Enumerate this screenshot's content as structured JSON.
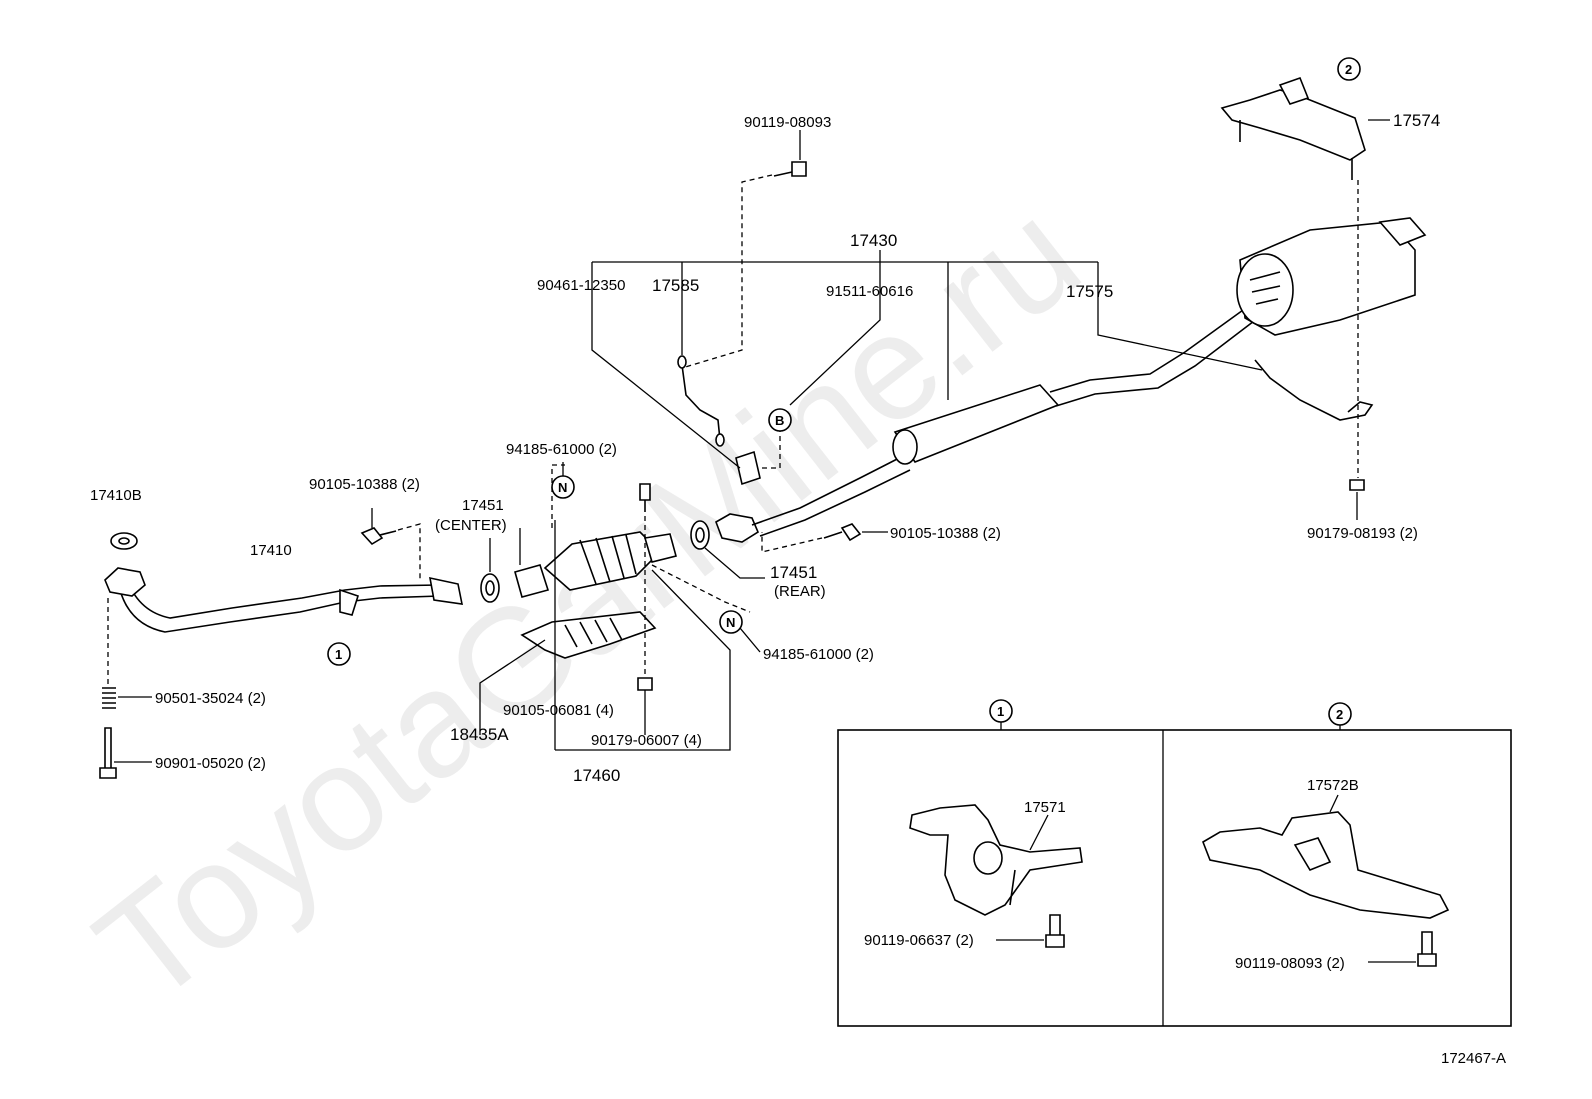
{
  "watermark": "ToyotaGarMine.ru",
  "diagram_id": "172467-A",
  "labels": {
    "p17410b": "17410B",
    "p17410": "17410",
    "p90105_10388_a": "90105-10388 (2)",
    "p17451_center": "17451",
    "p17451_center_sub": "(CENTER)",
    "p94185_top": "94185-61000 (2)",
    "p90119_08093_top": "90119-08093",
    "p17430": "17430",
    "p90461": "90461-12350",
    "p17585": "17585",
    "p91511": "91511-60616",
    "p17575": "17575",
    "p17574": "17574",
    "p90105_10388_b": "90105-10388 (2)",
    "p17451_rear": "17451",
    "p17451_rear_sub": "(REAR)",
    "p94185_bottom": "94185-61000 (2)",
    "p90179_08193": "90179-08193 (2)",
    "p90501": "90501-35024 (2)",
    "p90901": "90901-05020 (2)",
    "p90105_06081": "90105-06081 (4)",
    "p18435a": "18435A",
    "p90179_06007": "90179-06007 (4)",
    "p17460": "17460",
    "p17571": "17571",
    "p90119_06637": "90119-06637 (2)",
    "p17572b": "17572B",
    "p90119_08093_b": "90119-08093 (2)"
  },
  "markers": {
    "circle_1": "1",
    "circle_2": "2",
    "letter_b": "B",
    "letter_n": "N"
  }
}
